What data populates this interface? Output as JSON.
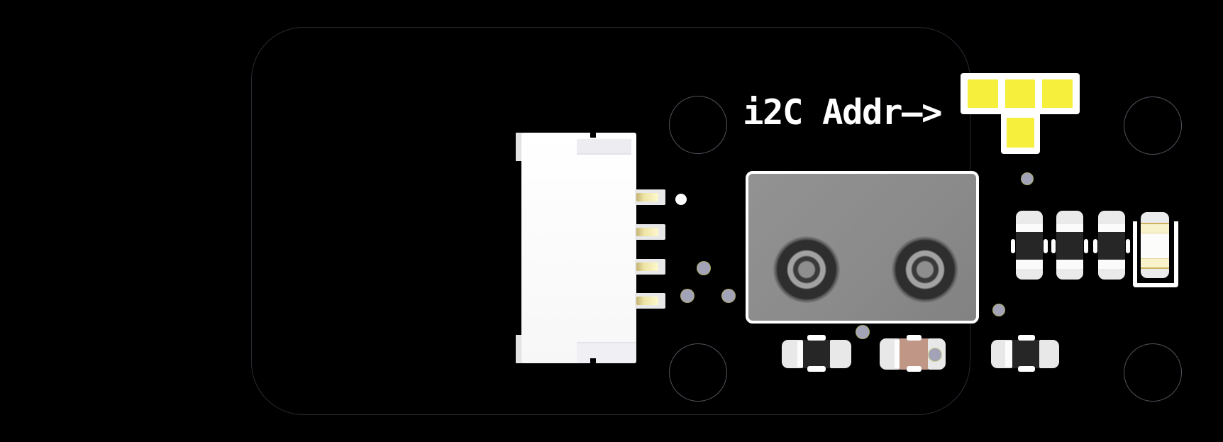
{
  "board": {
    "silkscreen": {
      "i2c_addr_label": "i2C Addr–>"
    },
    "colors": {
      "background": "#000000",
      "solder_mask": "#000000",
      "silkscreen_white": "#ffffff",
      "jumper_pad_yellow": "#f6f03c",
      "sensor_body_gray": "#8b8b8b",
      "component_body_dark": "#262626",
      "resistor_body_tan": "#c09786",
      "led_band_gold": "#f9f3cb",
      "via_lavender": "#a3a3b8",
      "pin_plating_gold": "#eee4a5"
    },
    "components": {
      "connector_pin_count": 4,
      "jumper_pad_count": 4,
      "sensor_lens_count": 2,
      "right_passive_count": 3,
      "led_count": 1,
      "bottom_passive_count": 3,
      "mounting_hole_count": 4,
      "via_count": 8
    }
  }
}
